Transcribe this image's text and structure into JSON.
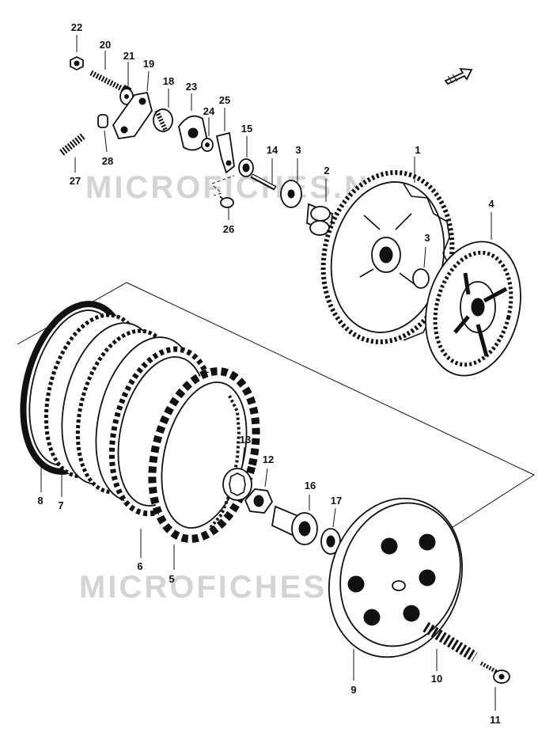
{
  "watermarks": [
    "MICROFICHES.NET",
    "MICROFICHES.NET"
  ],
  "callouts": [
    "1",
    "2",
    "3",
    "3",
    "4",
    "5",
    "6",
    "7",
    "8",
    "9",
    "10",
    "11",
    "12",
    "13",
    "14",
    "15",
    "16",
    "17",
    "18",
    "19",
    "20",
    "21",
    "22",
    "23",
    "24",
    "25",
    "26",
    "27",
    "28"
  ],
  "colors": {
    "ink": "#111111",
    "paper": "#ffffff",
    "watermark": "#d4d4d4"
  },
  "icons": [
    "front-direction-arrow-icon"
  ]
}
